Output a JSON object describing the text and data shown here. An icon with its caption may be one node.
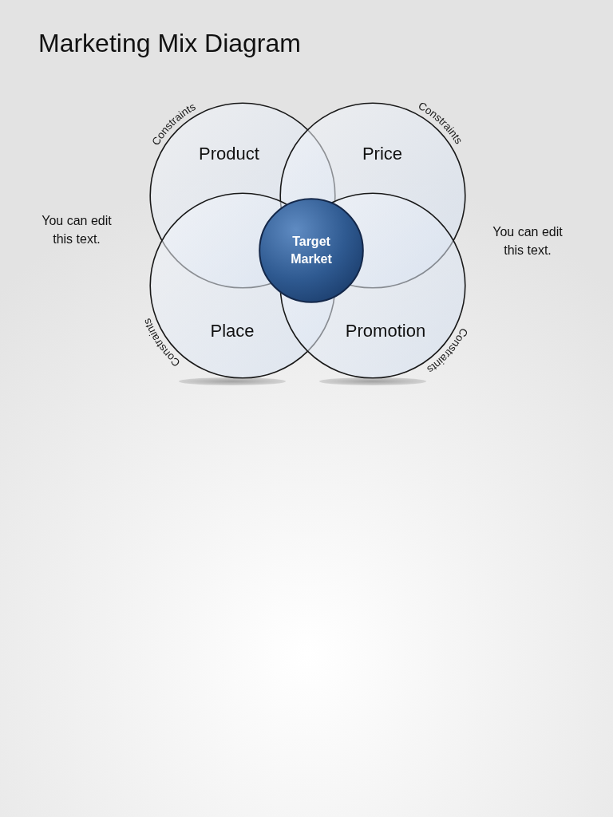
{
  "diagram": {
    "title": "Marketing Mix Diagram",
    "nodes": [
      {
        "text": [
          "Product"
        ],
        "beside": [
          "Constraints"
        ]
      },
      {
        "text": [
          "Price"
        ],
        "beside": [
          "Constraints"
        ]
      },
      {
        "text": [
          "Target Market"
        ]
      },
      {
        "text": [
          "Place"
        ],
        "beside": [
          "Constraints"
        ]
      },
      {
        "text": [
          "Promotion"
        ],
        "beside": [
          "Constraints"
        ]
      }
    ],
    "labels": [
      "You can edit this text.",
      "You can edit this text."
    ]
  }
}
